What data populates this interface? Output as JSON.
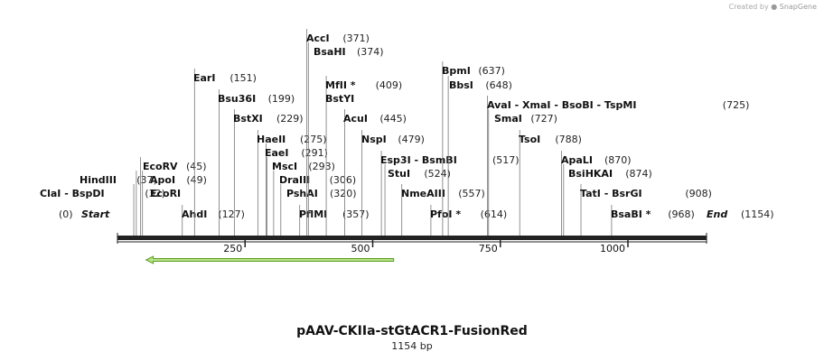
{
  "credit": {
    "prefix": "Created by",
    "brand": "SnapGene"
  },
  "sequence": {
    "name": "pAAV-CKIIa-stGtACR1-FusionRed",
    "length_label": "1154 bp",
    "length": 1154
  },
  "ruler": {
    "ticks": [
      {
        "pos": 250,
        "label": "250"
      },
      {
        "pos": 500,
        "label": "500"
      },
      {
        "pos": 750,
        "label": "750"
      },
      {
        "pos": 1000,
        "label": "1000"
      }
    ]
  },
  "colors": {
    "feature_fill": "#b9e28a",
    "feature_stroke": "#5a9e1f",
    "backbone": "#222222",
    "label": "#111111",
    "position": "#222222"
  },
  "features": [
    {
      "start": 56,
      "end": 541,
      "direction": "reverse"
    }
  ],
  "sites": [
    {
      "pos": 32,
      "label": "(32)",
      "names": [
        "ClaI",
        "BspDI"
      ]
    },
    {
      "pos": 37,
      "label": "(37)",
      "names": [
        "HindIII"
      ]
    },
    {
      "pos": 45,
      "label": "(45)",
      "names": [
        "EcoRV"
      ]
    },
    {
      "pos": 49,
      "label": "(49)",
      "names": [
        "ApoI",
        "EcoRI"
      ]
    },
    {
      "pos": 127,
      "label": "(127)",
      "names": [
        "AhdI"
      ]
    },
    {
      "pos": 151,
      "label": "(151)",
      "names": [
        "EarI"
      ]
    },
    {
      "pos": 199,
      "label": "(199)",
      "names": [
        "Bsu36I"
      ]
    },
    {
      "pos": 229,
      "label": "(229)",
      "names": [
        "BstXI"
      ]
    },
    {
      "pos": 275,
      "label": "(275)",
      "names": [
        "HaeII"
      ]
    },
    {
      "pos": 291,
      "label": "(291)",
      "names": [
        "EaeI"
      ]
    },
    {
      "pos": 293,
      "label": "(293)",
      "names": [
        "MscI"
      ]
    },
    {
      "pos": 306,
      "label": "(306)",
      "names": [
        "DraIII"
      ]
    },
    {
      "pos": 320,
      "label": "(320)",
      "names": [
        "PshAI"
      ]
    },
    {
      "pos": 357,
      "label": "(357)",
      "names": [
        "PflMI"
      ]
    },
    {
      "pos": 371,
      "label": "(371)",
      "names": [
        "AccI"
      ]
    },
    {
      "pos": 374,
      "label": "(374)",
      "names": [
        "BsaHI"
      ]
    },
    {
      "pos": 409,
      "label": "(409)",
      "names": [
        "MfII *",
        "BstYI"
      ]
    },
    {
      "pos": 445,
      "label": "(445)",
      "names": [
        "AcuI"
      ]
    },
    {
      "pos": 479,
      "label": "(479)",
      "names": [
        "NspI"
      ]
    },
    {
      "pos": 517,
      "label": "(517)",
      "names": [
        "Esp3I",
        "BsmBI"
      ]
    },
    {
      "pos": 524,
      "label": "(524)",
      "names": [
        "StuI"
      ]
    },
    {
      "pos": 557,
      "label": "(557)",
      "names": [
        "NmeAIII"
      ]
    },
    {
      "pos": 614,
      "label": "(614)",
      "names": [
        "PfoI *"
      ]
    },
    {
      "pos": 637,
      "label": "(637)",
      "names": [
        "BpmI"
      ]
    },
    {
      "pos": 648,
      "label": "(648)",
      "names": [
        "BbsI"
      ]
    },
    {
      "pos": 725,
      "label": "(725)",
      "names": [
        "AvaI",
        "XmaI",
        "BsoBI",
        "TspMI"
      ]
    },
    {
      "pos": 727,
      "label": "(727)",
      "names": [
        "SmaI"
      ]
    },
    {
      "pos": 788,
      "label": "(788)",
      "names": [
        "TsoI"
      ]
    },
    {
      "pos": 870,
      "label": "(870)",
      "names": [
        "ApaLI"
      ]
    },
    {
      "pos": 874,
      "label": "(874)",
      "names": [
        "BsiHKAI"
      ]
    },
    {
      "pos": 908,
      "label": "(908)",
      "names": [
        "TatI",
        "BsrGI"
      ]
    },
    {
      "pos": 968,
      "label": "(968)",
      "names": [
        "BsaBI *"
      ]
    }
  ],
  "ends": {
    "start": {
      "name": "Start",
      "label": "(0)"
    },
    "end": {
      "name": "End",
      "label": "(1154)"
    }
  }
}
